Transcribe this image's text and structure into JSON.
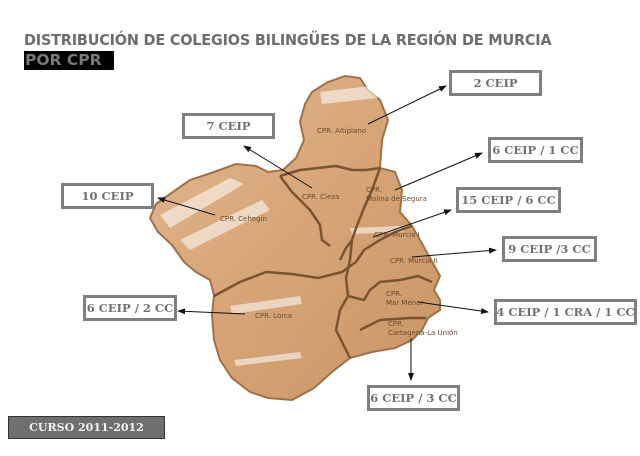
{
  "header": {
    "title": "DISTRIBUCIÓN DE COLEGIOS BILINGÜES DE LA REGIÓN DE MURCIA",
    "subtitle": "POR CPR"
  },
  "footer": {
    "course": "CURSO 2011-2012"
  },
  "colors": {
    "map_fill": "#d9a87c",
    "map_border": "#7a5330",
    "box_border": "#7f7f7f",
    "text_gray": "#707070",
    "footer_bg": "#6f6f6f"
  },
  "regions": [
    {
      "id": "altiplano",
      "label": "CPR. Altiplano",
      "count": "2 CEIP"
    },
    {
      "id": "cieza",
      "label": "CPR. Cieza",
      "count": "7 CEIP"
    },
    {
      "id": "molina",
      "label_line1": "CPR.",
      "label_line2": "Molina de Segura",
      "count": "6 CEIP / 1 CC"
    },
    {
      "id": "cehegin",
      "label": "CPR. Cehegín",
      "count": "10 CEIP"
    },
    {
      "id": "murcia1",
      "label": "CPR. Murcia I",
      "count": "15 CEIP / 6 CC"
    },
    {
      "id": "murcia2",
      "label": "CPR. Murcia II",
      "count": "9 CEIP /3 CC"
    },
    {
      "id": "lorca",
      "label": "CPR. Lorca",
      "count": "6 CEIP / 2 CC"
    },
    {
      "id": "marmenor",
      "label_line1": "CPR.",
      "label_line2": "Mar Menor",
      "count": "4 CEIP /  1 CRA / 1 CC"
    },
    {
      "id": "cartagena",
      "label_line1": "CPR.",
      "label_line2": "Cartagena-La Unión",
      "count": "6 CEIP / 3 CC"
    }
  ]
}
